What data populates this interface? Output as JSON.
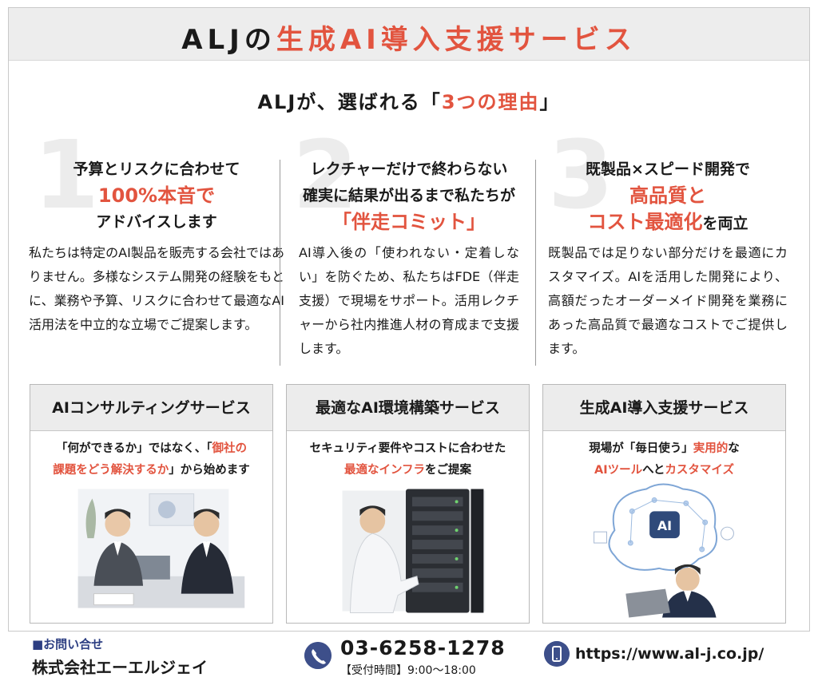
{
  "header": {
    "title_pre": "ALJの",
    "title_accent": "生成AI導入支援サービス"
  },
  "subtitle": {
    "pre": "ALJが、選ばれる「",
    "accent": "3つの理由",
    "post": "」"
  },
  "reasons": [
    {
      "number": "1",
      "line1": "予算とリスクに合わせて",
      "accent": "100%本音で",
      "line3": "アドバイスします",
      "body": "私たちは特定のAI製品を販売する会社ではありません。多様なシステム開発の経験をもとに、業務や予算、リスクに合わせて最適なAI活用法を中立的な立場でご提案します。"
    },
    {
      "number": "2",
      "line1": "レクチャーだけで終わらない",
      "line2": "確実に結果が出るまで私たちが",
      "accent": "「伴走コミット」",
      "body": "AI導入後の「使われない・定着しない」を防ぐため、私たちはFDE（伴走支援）で現場をサポート。活用レクチャーから社内推進人材の育成まで支援します。"
    },
    {
      "number": "3",
      "line1": "既製品×スピード開発で",
      "accent": "高品質と",
      "accent2": "コスト最適化",
      "line3_post": "を両立",
      "body": "既製品では足りない部分だけを最適にカスタマイズ。AIを活用した開発により、高額だったオーダーメイド開発を業務にあった高品質で最適なコストでご提供します。"
    }
  ],
  "services": [
    {
      "title": "AIコンサルティングサービス",
      "d1_pre": "「何ができるか」ではなく、「",
      "d1_accent": "御社の",
      "d2_accent": "課題をどう解決するか",
      "d2_post": "」から始めます"
    },
    {
      "title": "最適なAI環境構築サービス",
      "d1": "セキュリティ要件やコストに合わせた",
      "d2_accent": "最適なインフラ",
      "d2_post": "をご提案"
    },
    {
      "title": "生成AI導入支援サービス",
      "d1_pre": "現場が「毎日使う」",
      "d1_accent": "実用的",
      "d1_post": "な",
      "d2_accent1": "AIツール",
      "d2_mid": "へと",
      "d2_accent2": "カスタマイズ",
      "ai_badge": "AI"
    }
  ],
  "footer": {
    "contact_label": "■お問い合せ",
    "company": "株式会社エーエルジェイ",
    "phone": "03-6258-1278",
    "hours": "【受付時間】9:00〜18:00",
    "url": "https://www.al-j.co.jp/"
  },
  "colors": {
    "accent": "#e2543f",
    "navy": "#3d4f8a",
    "band": "#ededed"
  }
}
